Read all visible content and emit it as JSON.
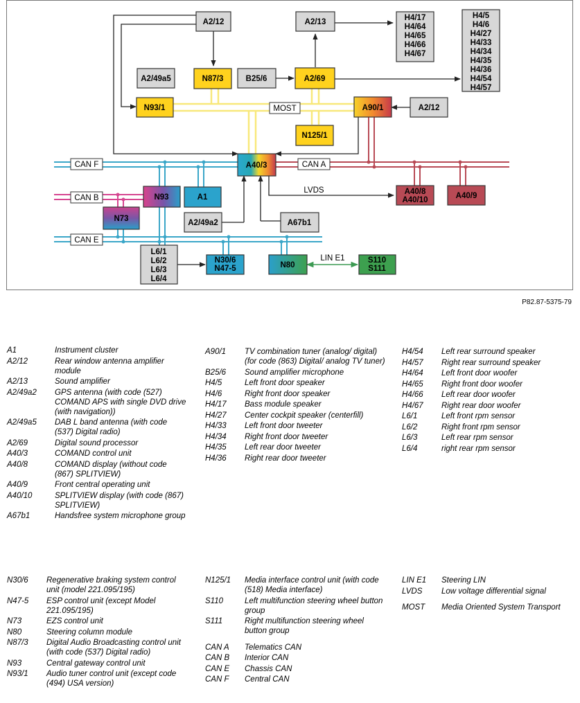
{
  "diagram": {
    "boxes": {
      "A2_12_top": "A2/12",
      "A2_13": "A2/13",
      "H4_group1": [
        "H4/17",
        "H4/64",
        "H4/65",
        "H4/66",
        "H4/67"
      ],
      "H4_group2": [
        "H4/5",
        "H4/6",
        "H4/27",
        "H4/33",
        "H4/34",
        "H4/35",
        "H4/36",
        "H4/54",
        "H4/57"
      ],
      "A2_49a5": "A2/49a5",
      "N87_3": "N87/3",
      "B25_6": "B25/6",
      "A2_69": "A2/69",
      "N93_1": "N93/1",
      "MOST": "MOST",
      "A90_1": "A90/1",
      "A2_12_right": "A2/12",
      "N125_1": "N125/1",
      "CAN_F": "CAN F",
      "A40_3": "A40/3",
      "CAN_A": "CAN A",
      "CAN_B": "CAN B",
      "N93": "N93",
      "A1": "A1",
      "LVDS": "LVDS",
      "A40_8": "A40/8",
      "A40_10": "A40/10",
      "A40_9": "A40/9",
      "N73": "N73",
      "A2_49a2": "A2/49a2",
      "A67b1": "A67b1",
      "CAN_E": "CAN E",
      "L6_group": [
        "L6/1",
        "L6/2",
        "L6/3",
        "L6/4"
      ],
      "N30_6": "N30/6",
      "N47_5": "N47-5",
      "N80": "N80",
      "LIN_E1": "LIN E1",
      "S110": "S110",
      "S111": "S111"
    },
    "colors": {
      "gray_box": "#d7d7d7",
      "yellow": "#ffd21e",
      "most_line": "#f8e87a",
      "can_f_e": "#3aa6c8",
      "can_a": "#b84a55",
      "can_b": "#d64590",
      "lin": "#3c9a52"
    }
  },
  "figure_ref": "P82.87-5375-79",
  "legend": {
    "col1a": [
      {
        "code": "A1",
        "desc": "Instrument cluster"
      },
      {
        "code": "A2/12",
        "desc": "Rear window antenna amplifier module"
      },
      {
        "code": "A2/13",
        "desc": "Sound amplifier"
      },
      {
        "code": "A2/49a2",
        "desc": "GPS antenna (with code (527) COMAND APS with single DVD drive (with navigation))"
      },
      {
        "code": "A2/49a5",
        "desc": "DAB L band antenna (with code (537) Digital radio)"
      },
      {
        "code": "A2/69",
        "desc": "Digital sound processor"
      },
      {
        "code": "A40/3",
        "desc": "COMAND control unit"
      },
      {
        "code": "A40/8",
        "desc": "COMAND display (without code (867) SPLITVIEW)"
      },
      {
        "code": "A40/9",
        "desc": "Front central operating unit"
      },
      {
        "code": "A40/10",
        "desc": "SPLITVIEW display (with code (867) SPLITVIEW)"
      },
      {
        "code": "A67b1",
        "desc": "Handsfree system microphone group"
      }
    ],
    "col2a": [
      {
        "code": "A90/1",
        "desc": "TV combination tuner (analog/ digital) (for code (863) Digital/ analog TV tuner)"
      },
      {
        "code": "B25/6",
        "desc": "Sound amplifier microphone"
      },
      {
        "code": "H4/5",
        "desc": "Left front door speaker"
      },
      {
        "code": "H4/6",
        "desc": "Right front door speaker"
      },
      {
        "code": "H4/17",
        "desc": "Bass module speaker"
      },
      {
        "code": "H4/27",
        "desc": "Center cockpit speaker (centerfill)"
      },
      {
        "code": "H4/33",
        "desc": "Left front door tweeter"
      },
      {
        "code": "H4/34",
        "desc": "Right front door tweeter"
      },
      {
        "code": "H4/35",
        "desc": "Left rear door tweeter"
      },
      {
        "code": "H4/36",
        "desc": "Right rear door tweeter"
      }
    ],
    "col3a": [
      {
        "code": "H4/54",
        "desc": "Left rear surround speaker"
      },
      {
        "code": "H4/57",
        "desc": "Right rear surround speaker"
      },
      {
        "code": "H4/64",
        "desc": "Left front door woofer"
      },
      {
        "code": "H4/65",
        "desc": "Right front door woofer"
      },
      {
        "code": "H4/66",
        "desc": "Left rear door woofer"
      },
      {
        "code": "H4/67",
        "desc": "Right rear door woofer"
      },
      {
        "code": "L6/1",
        "desc": "Left front rpm sensor"
      },
      {
        "code": "L6/2",
        "desc": "Right front rpm sensor"
      },
      {
        "code": "L6/3",
        "desc": "Left rear rpm sensor"
      },
      {
        "code": "L6/4",
        "desc": "right rear rpm sensor"
      }
    ],
    "col1b": [
      {
        "code": "N30/6",
        "desc": "Regenerative braking system control unit (model 221.095/195)"
      },
      {
        "code": "N47-5",
        "desc": "ESP control unit (except Model 221.095/195)"
      },
      {
        "code": "N73",
        "desc": "EZS control unit"
      },
      {
        "code": "N80",
        "desc": "Steering column module"
      },
      {
        "code": "N87/3",
        "desc": "Digital Audio Broadcasting control unit (with code (537) Digital radio)"
      },
      {
        "code": "N93",
        "desc": "Central gateway control unit"
      },
      {
        "code": "N93/1",
        "desc": "Audio tuner control unit (except code (494) USA version)"
      }
    ],
    "col2b": [
      {
        "code": "N125/1",
        "desc": "Media interface control unit (with code (518) Media interface)"
      },
      {
        "code": "S110",
        "desc": "Left multifunction steering wheel button group"
      },
      {
        "code": "S111",
        "desc": "Right multifunction steering wheel button group"
      },
      {
        "code": "",
        "desc": ""
      },
      {
        "code": "CAN A",
        "desc": "Telematics CAN"
      },
      {
        "code": "CAN B",
        "desc": "Interior CAN"
      },
      {
        "code": "CAN E",
        "desc": "Chassis CAN"
      },
      {
        "code": "CAN F",
        "desc": "Central CAN"
      }
    ],
    "col3b": [
      {
        "code": "LIN E1",
        "desc": "Steering LIN"
      },
      {
        "code": "LVDS",
        "desc": "Low voltage differential signal"
      },
      {
        "code": "",
        "desc": ""
      },
      {
        "code": "MOST",
        "desc": "Media Oriented System Transport"
      }
    ]
  }
}
